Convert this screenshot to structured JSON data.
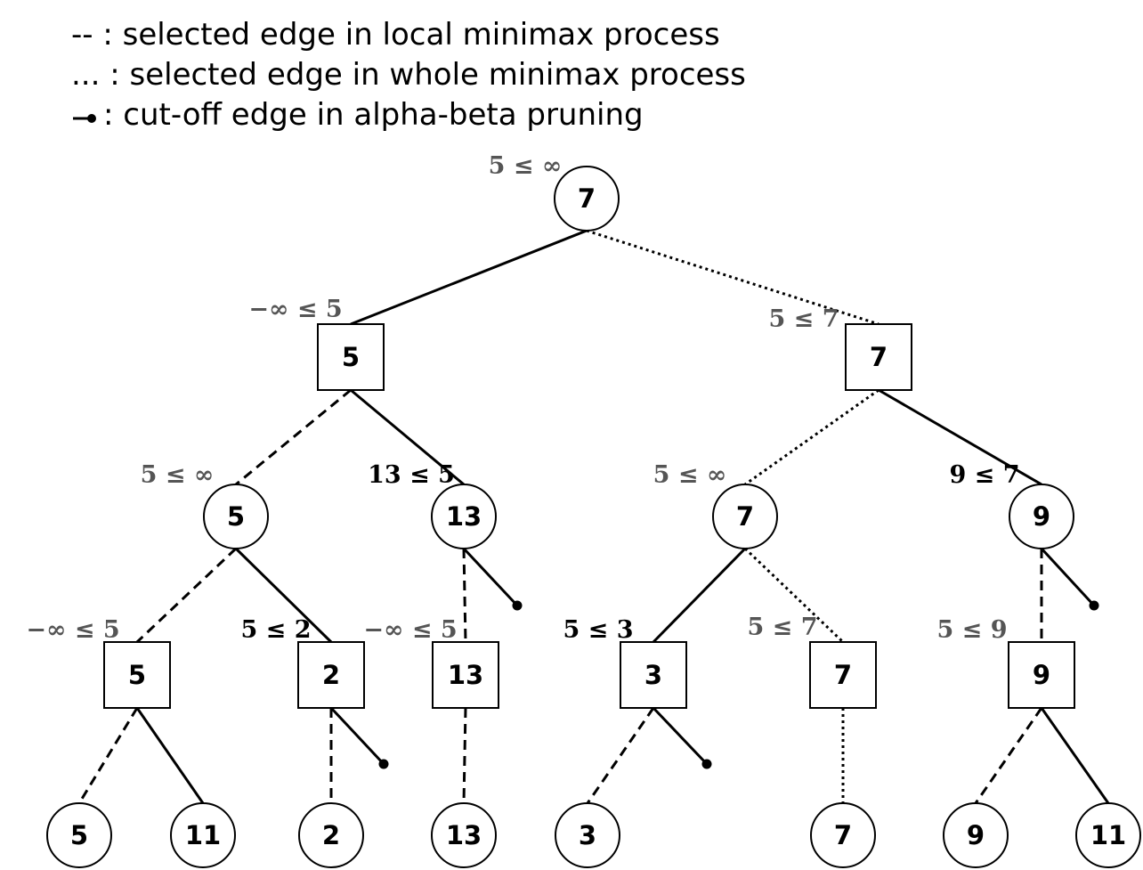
{
  "legend": [
    {
      "id": "local",
      "style": "dashed",
      "text": "-- : selected edge in local minimax process"
    },
    {
      "id": "whole",
      "style": "dotted",
      "text": "... : selected edge in whole minimax process"
    },
    {
      "id": "cutoff",
      "style": "cutoff",
      "text": ": cut-off edge in alpha-beta pruning"
    }
  ],
  "colors": {
    "gray_label": "#555555",
    "black_label": "#000000",
    "line": "#000000"
  },
  "nodes": [
    {
      "id": "root",
      "shape": "circle",
      "value": "7",
      "bound": "5 ≤ ∞",
      "bound_color": "gray"
    },
    {
      "id": "max-left",
      "shape": "square",
      "value": "5",
      "bound": "−∞ ≤ 5",
      "bound_color": "gray"
    },
    {
      "id": "max-right",
      "shape": "square",
      "value": "7",
      "bound": "5 ≤ 7",
      "bound_color": "gray"
    },
    {
      "id": "min-1",
      "shape": "circle",
      "value": "5",
      "bound": "5 ≤ ∞",
      "bound_color": "gray"
    },
    {
      "id": "min-2",
      "shape": "circle",
      "value": "13",
      "bound": "13 ≤ 5",
      "bound_color": "black"
    },
    {
      "id": "min-3",
      "shape": "circle",
      "value": "7",
      "bound": "5 ≤ ∞",
      "bound_color": "gray"
    },
    {
      "id": "min-4",
      "shape": "circle",
      "value": "9",
      "bound": "9 ≤ 7",
      "bound_color": "black"
    },
    {
      "id": "max-1",
      "shape": "square",
      "value": "5",
      "bound": "−∞ ≤ 5",
      "bound_color": "gray"
    },
    {
      "id": "max-2",
      "shape": "square",
      "value": "2",
      "bound": "5 ≤ 2",
      "bound_color": "black"
    },
    {
      "id": "max-3",
      "shape": "square",
      "value": "13",
      "bound": "−∞ ≤ 5",
      "bound_color": "gray"
    },
    {
      "id": "max-4",
      "shape": "square",
      "value": "3",
      "bound": "5 ≤ 3",
      "bound_color": "black"
    },
    {
      "id": "max-5",
      "shape": "square",
      "value": "7",
      "bound": "5 ≤ 7",
      "bound_color": "gray"
    },
    {
      "id": "max-6",
      "shape": "square",
      "value": "9",
      "bound": "5 ≤ 9",
      "bound_color": "gray"
    },
    {
      "id": "leaf-1",
      "shape": "circle",
      "value": "5"
    },
    {
      "id": "leaf-2",
      "shape": "circle",
      "value": "11"
    },
    {
      "id": "leaf-3",
      "shape": "circle",
      "value": "2"
    },
    {
      "id": "leaf-4",
      "shape": "circle",
      "value": "13"
    },
    {
      "id": "leaf-5",
      "shape": "circle",
      "value": "3"
    },
    {
      "id": "leaf-6",
      "shape": "circle",
      "value": "7"
    },
    {
      "id": "leaf-7",
      "shape": "circle",
      "value": "9"
    },
    {
      "id": "leaf-8",
      "shape": "circle",
      "value": "11"
    }
  ],
  "edges": [
    {
      "from": "root",
      "to": "max-left",
      "style": "solid"
    },
    {
      "from": "root",
      "to": "max-right",
      "style": "dotted"
    },
    {
      "from": "max-left",
      "to": "min-1",
      "style": "dashed"
    },
    {
      "from": "max-left",
      "to": "min-2",
      "style": "solid"
    },
    {
      "from": "max-right",
      "to": "min-3",
      "style": "dotted"
    },
    {
      "from": "max-right",
      "to": "min-4",
      "style": "solid"
    },
    {
      "from": "min-1",
      "to": "max-1",
      "style": "dashed"
    },
    {
      "from": "min-1",
      "to": "max-2",
      "style": "solid"
    },
    {
      "from": "min-2",
      "to": "max-3",
      "style": "dashed"
    },
    {
      "from": "min-2",
      "to": "cut-1",
      "style": "cutoff"
    },
    {
      "from": "min-3",
      "to": "max-4",
      "style": "solid"
    },
    {
      "from": "min-3",
      "to": "max-5",
      "style": "dotted"
    },
    {
      "from": "min-4",
      "to": "max-6",
      "style": "dashed"
    },
    {
      "from": "min-4",
      "to": "cut-2",
      "style": "cutoff"
    },
    {
      "from": "max-1",
      "to": "leaf-1",
      "style": "dashed"
    },
    {
      "from": "max-1",
      "to": "leaf-2",
      "style": "solid"
    },
    {
      "from": "max-2",
      "to": "leaf-3",
      "style": "dashed"
    },
    {
      "from": "max-2",
      "to": "cut-3",
      "style": "cutoff"
    },
    {
      "from": "max-3",
      "to": "leaf-4",
      "style": "dashed"
    },
    {
      "from": "max-4",
      "to": "leaf-5",
      "style": "dashed"
    },
    {
      "from": "max-4",
      "to": "cut-4",
      "style": "cutoff"
    },
    {
      "from": "max-5",
      "to": "leaf-6",
      "style": "dotted"
    },
    {
      "from": "max-6",
      "to": "leaf-7",
      "style": "dashed"
    },
    {
      "from": "max-6",
      "to": "leaf-8",
      "style": "solid"
    }
  ]
}
